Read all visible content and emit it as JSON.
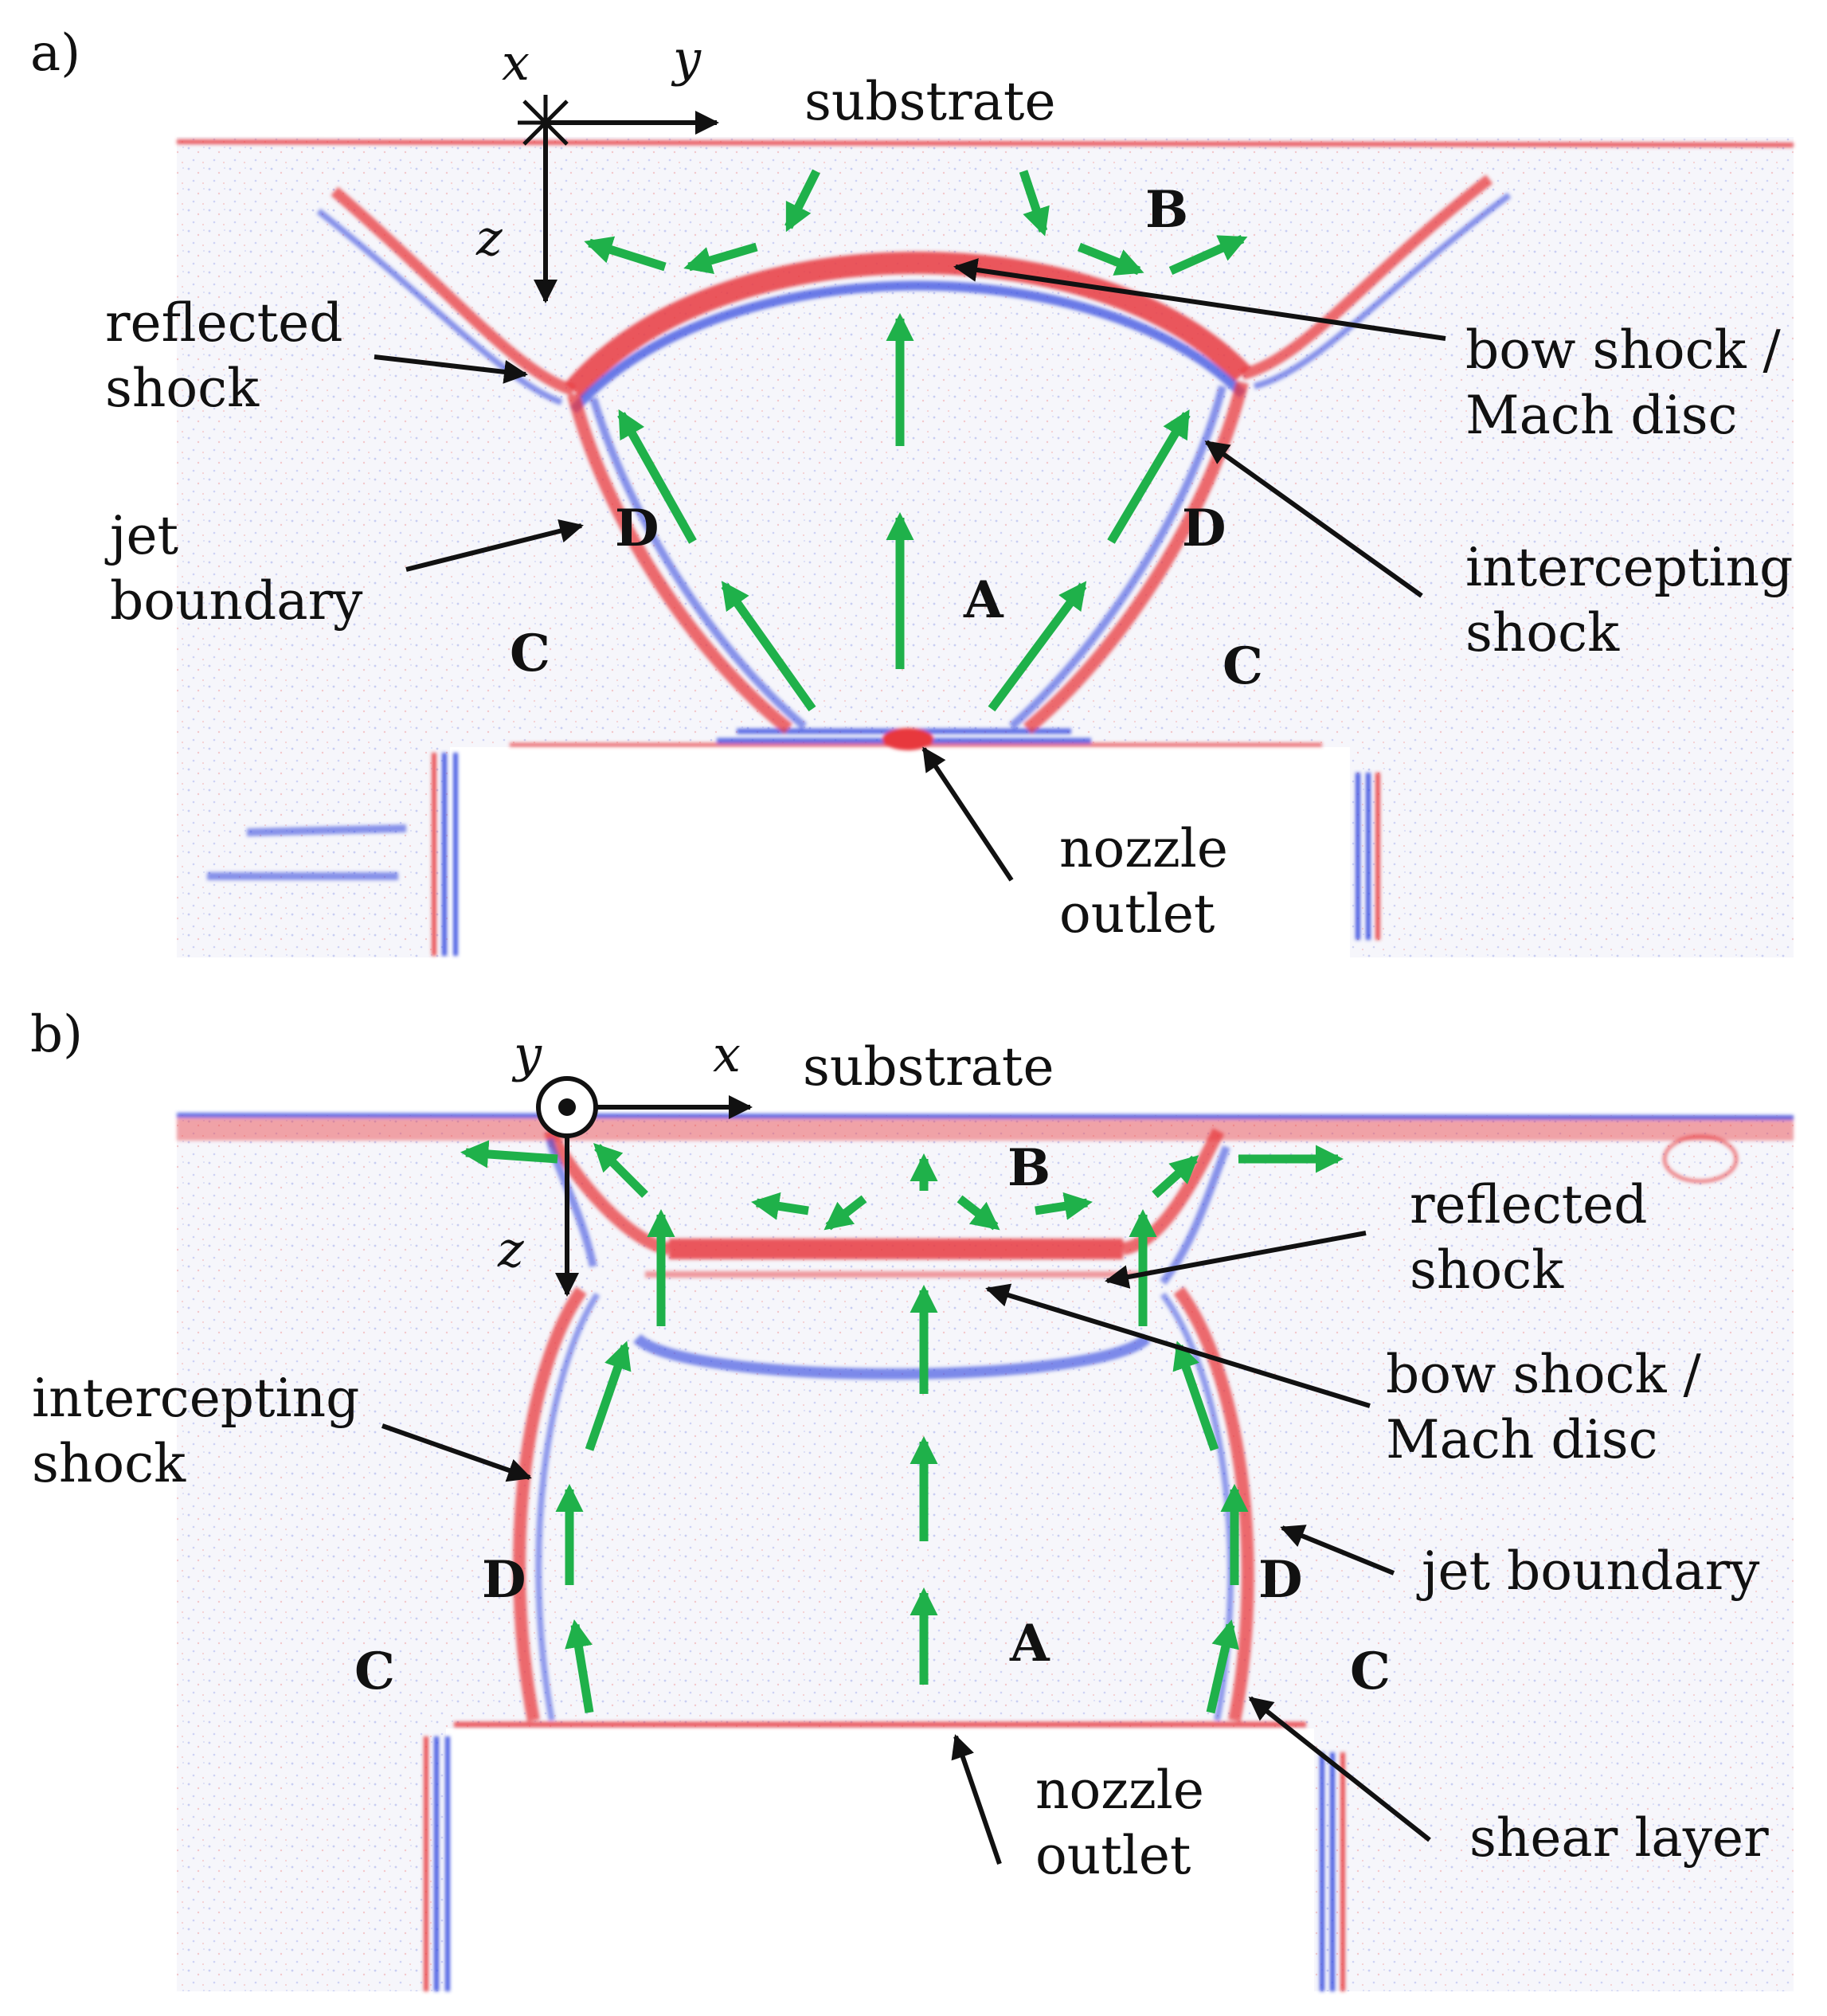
{
  "panel_a": {
    "panel_label": "a)",
    "axes": {
      "x": "x",
      "y": "y",
      "z": "z"
    },
    "substrate": "substrate",
    "regions": {
      "A": "A",
      "B": "B",
      "C1": "C",
      "C2": "C",
      "D1": "D",
      "D2": "D"
    },
    "annotations": {
      "reflected_shock": [
        "reflected",
        "shock"
      ],
      "bow_shock": [
        "bow shock /",
        "Mach disc"
      ],
      "jet_boundary": [
        "jet",
        "boundary"
      ],
      "intercepting_shock": [
        "intercepting",
        "shock"
      ],
      "nozzle_outlet": [
        "nozzle",
        "outlet"
      ]
    }
  },
  "panel_b": {
    "panel_label": "b)",
    "axes": {
      "x": "x",
      "y": "y",
      "z": "z"
    },
    "substrate": "substrate",
    "regions": {
      "A": "A",
      "B": "B",
      "C1": "C",
      "C2": "C",
      "D1": "D",
      "D2": "D"
    },
    "annotations": {
      "reflected_shock": [
        "reflected",
        "shock"
      ],
      "bow_shock": [
        "bow shock /",
        "Mach disc"
      ],
      "intercepting_shock": [
        "intercepting",
        "shock"
      ],
      "jet_boundary": "jet boundary",
      "shear_layer": "shear layer",
      "nozzle_outlet": [
        "nozzle",
        "outlet"
      ]
    }
  },
  "colors": {
    "compression": "#e8393e",
    "expansion": "#3b50e0",
    "flow_arrow": "#1fb14a",
    "annotation": "#111111"
  }
}
